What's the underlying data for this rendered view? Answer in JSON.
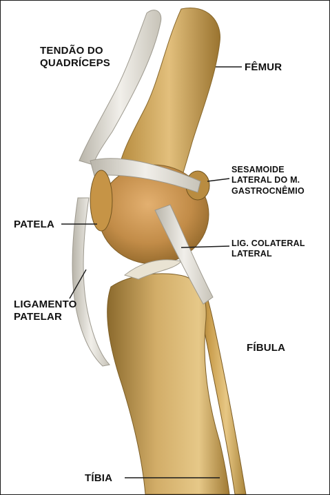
{
  "diagram": {
    "labels": {
      "quadriceps_tendon": [
        "TENDÃO DO",
        "QUADRÍCEPS"
      ],
      "femur": "FÊMUR",
      "sesamoid": [
        "SESAMOIDE",
        "LATERAL DO M.",
        "GASTROCNÊMIO"
      ],
      "patella": "PATELA",
      "lateral_collateral": [
        "LIG. COLATERAL",
        "LATERAL"
      ],
      "patellar_ligament": [
        "LIGAMENTO",
        "PATELAR"
      ],
      "fibula": "FÍBULA",
      "tibia": "TÍBIA"
    },
    "colors": {
      "bone_light": "#e8c987",
      "bone_mid": "#c79a4a",
      "bone_dark": "#8a6a2c",
      "ligament": "#e4e2dc",
      "ligament_shadow": "#a9a59a",
      "leader_line": "#1a1a1a"
    }
  }
}
